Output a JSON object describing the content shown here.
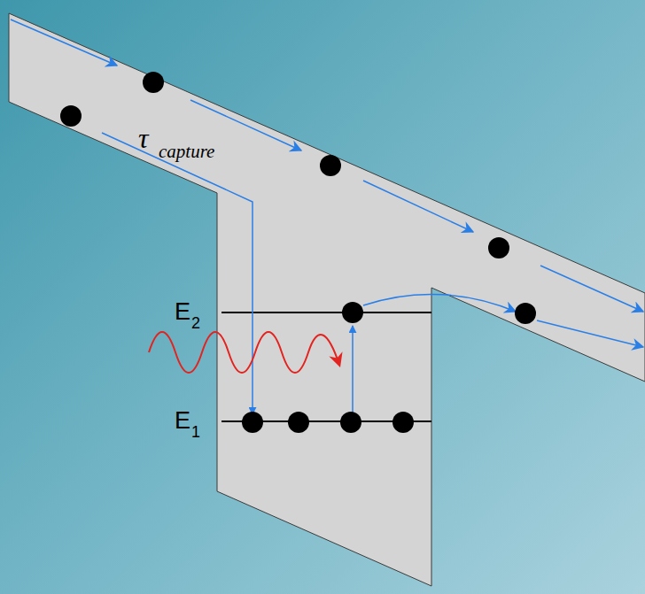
{
  "diagram": {
    "labels": [
      "τ",
      "capture",
      "E",
      "2",
      "E",
      "1"
    ]
  }
}
